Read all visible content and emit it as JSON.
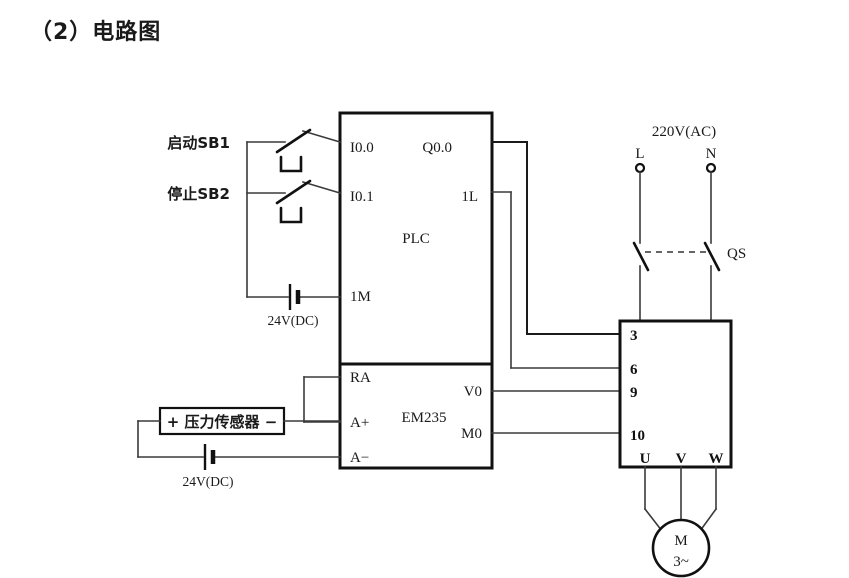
{
  "title": "（2）電路圖",
  "title_cn": "（2）电路图",
  "colors": {
    "background": "#ffffff",
    "wire": "#3a3a3a",
    "wire_dark": "#1a1a1a",
    "outline": "#111111",
    "text": "#1a1a1a"
  },
  "plc": {
    "name": "PLC",
    "inputs": [
      {
        "terminal": "I0.0",
        "source_label": "启动SB1",
        "device": "pushbutton"
      },
      {
        "terminal": "I0.1",
        "source_label": "停止SB2",
        "device": "pushbutton"
      },
      {
        "terminal": "1M",
        "source_label": "24V(DC)",
        "device": "battery"
      }
    ],
    "outputs": [
      {
        "terminal": "Q0.0",
        "goes_to": "3"
      },
      {
        "terminal": "1L",
        "goes_to": "6"
      }
    ]
  },
  "em235": {
    "name": "EM235",
    "inputs": [
      {
        "terminal": "RA"
      },
      {
        "terminal": "A+",
        "source_label": "+ 压力传感器 −"
      },
      {
        "terminal": "A−",
        "source_label": "24V(DC)"
      }
    ],
    "outputs": [
      {
        "terminal": "V0",
        "goes_to": "9"
      },
      {
        "terminal": "M0",
        "goes_to": "10"
      }
    ]
  },
  "sensor": {
    "label": "+ 压力传感器 −",
    "plus": "+",
    "name": "压力传感器",
    "minus": "−"
  },
  "power_supplies": [
    {
      "id": "plc-24v",
      "label": "24V(DC)"
    },
    {
      "id": "em235-24v",
      "label": "24V(DC)"
    }
  ],
  "ac_source": {
    "label": "220V(AC)",
    "terminals": [
      "L",
      "N"
    ]
  },
  "disconnect_switch": {
    "label": "QS",
    "poles": 2,
    "linkage": "dashed"
  },
  "vfd": {
    "input_terminals": [
      "3",
      "6",
      "9",
      "10"
    ],
    "output_terminals": [
      "U",
      "V",
      "W"
    ]
  },
  "motor": {
    "symbol_top": "M",
    "symbol_bottom": "3~",
    "phases": 3
  }
}
